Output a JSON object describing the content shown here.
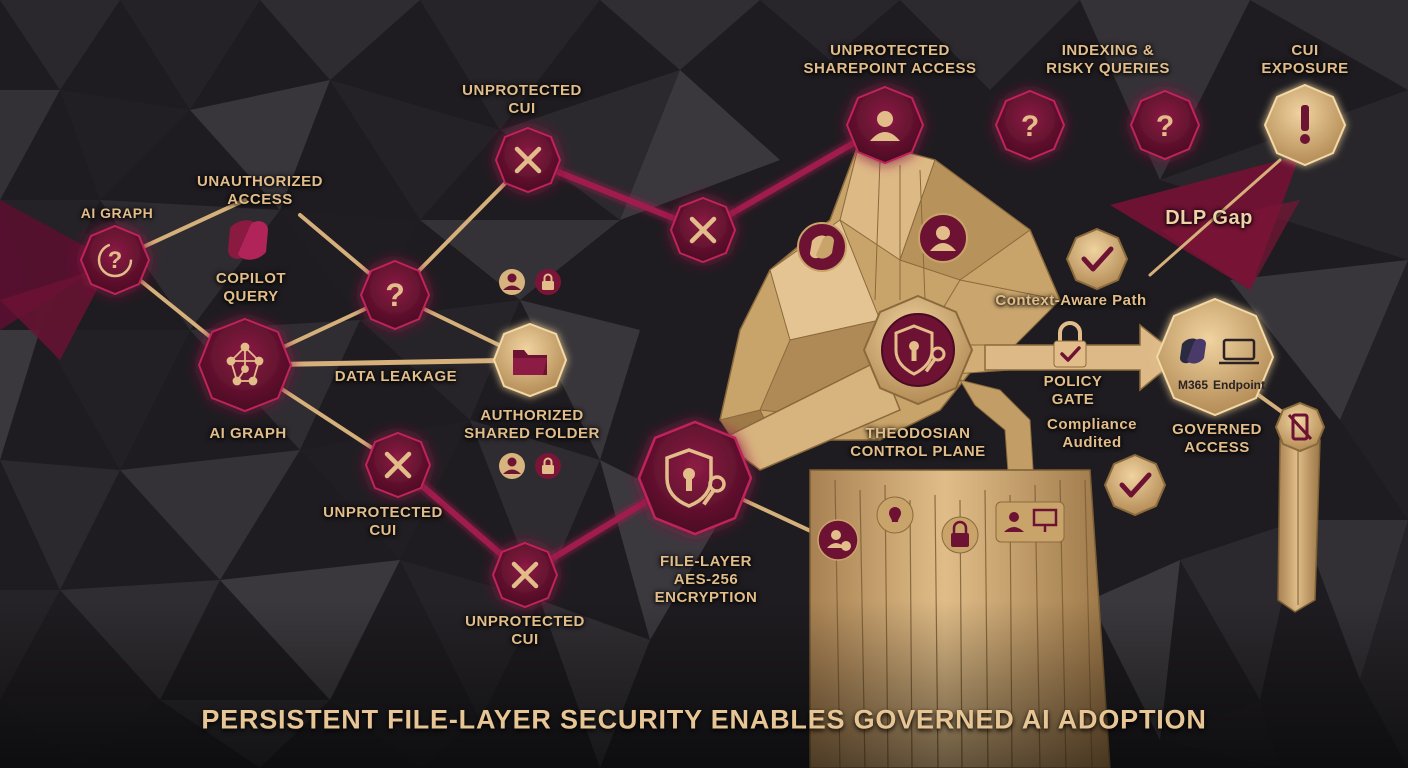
{
  "title": "PERSISTENT FILE-LAYER SECURITY ENABLES GOVERNED AI ADOPTION",
  "colors": {
    "background": "#1c1a1d",
    "gold": "#c9a46a",
    "gold_light": "#e2bd8a",
    "maroon": "#6e1233",
    "maroon_glow": "#c0245c"
  },
  "labels": {
    "unprotected_sharepoint_access": "UNPROTECTED\nSHAREPOINT ACCESS",
    "indexing_risky_queries": "INDEXING &\nRISKY QUERIES",
    "cui_exposure": "CUI\nEXPOSURE",
    "unprotected_cui_top": "UNPROTECTED\nCUI",
    "unauthorized_access": "UNAUTHORIZED\nACCESS",
    "ai_graph_top": "AI GRAPH",
    "copilot_query": "COPILOT\nQUERY",
    "data_leakage": "DATA LEAKAGE",
    "ai_graph_main": "AI GRAPH",
    "authorized_shared_folder": "AUTHORIZED\nSHARED FOLDER",
    "unprotected_cui_mid": "UNPROTECTED\nCUI",
    "unprotected_cui_bottom": "UNPROTECTED\nCUI",
    "file_layer_encryption": "FILE-LAYER\nAES-256\nENCRYPTION",
    "theodosian_control_plane": "THEODOSIAN\nCONTROL PLANE",
    "policy_gate": "POLICY\nGATE",
    "compliance_audited": "Compliance\nAudited",
    "context_aware_path": "Context-Aware Path",
    "dlp_gap": "DLP Gap",
    "governed_access": "GOVERNED\nACCESS",
    "m365": "M365",
    "endpoint": "Endpoint"
  },
  "icons": [
    "question-icon",
    "x-mark-icon",
    "user-icon",
    "exclamation-icon",
    "network-graph-icon",
    "copilot-logo-icon",
    "folder-icon",
    "lock-icon",
    "shield-keyhole-icon",
    "key-icon",
    "check-icon",
    "laptop-icon",
    "user-lock-badge-icon",
    "no-phone-icon",
    "arrow-right-icon"
  ]
}
